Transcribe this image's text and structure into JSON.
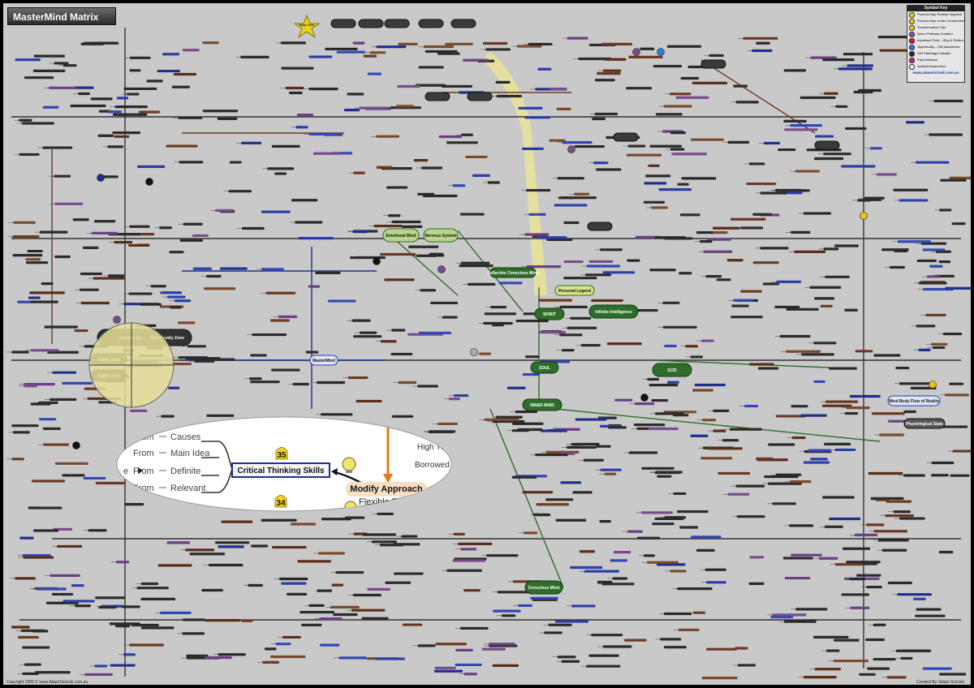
{
  "header": {
    "title": "MasterMind Matrix"
  },
  "legend": {
    "title": "Symbol Key",
    "items": [
      {
        "label": "Process Map Related Segment",
        "color": "#e8c21a"
      },
      {
        "label": "Process Map Under Construction",
        "color": "#e8c21a"
      },
      {
        "label": "Transformation Tips",
        "color": "#e8c21a"
      },
      {
        "label": "Neuro Pathway Creation",
        "color": "#8a4fb0"
      },
      {
        "label": "Important Point – Stop & Reflect",
        "color": "#d02020"
      },
      {
        "label": "Opportunity – Self Awareness",
        "color": "#2e7bd6"
      },
      {
        "label": "Self Sabotage Indicator",
        "color": "#2a2a2a"
      },
      {
        "label": "Pain Influence",
        "color": "#b02c6c"
      },
      {
        "label": "Spiritual Awareness",
        "color": "#e0e0e0"
      }
    ],
    "website": "www.adamsicinski.com.au"
  },
  "map": {
    "begin": "Begin Here",
    "nodes": [
      {
        "label": "Emotional Mind",
        "color": "#b9d48a",
        "stroke": "#2f6e2a"
      },
      {
        "label": "Nervous System",
        "color": "#b9d48a",
        "stroke": "#2f6e2a"
      },
      {
        "label": "SPIRIT",
        "color": "#2f6e2a",
        "stroke": "#153a12"
      },
      {
        "label": "SOUL",
        "color": "#2f6e2a",
        "stroke": "#153a12"
      },
      {
        "label": "INNER MIND",
        "color": "#2f6e2a",
        "stroke": "#153a12"
      },
      {
        "label": "Personal Legend",
        "color": "#d7e38a",
        "stroke": "#2f6e2a"
      },
      {
        "label": "Infinite Intelligence",
        "color": "#2f6e2a",
        "stroke": "#153a12"
      },
      {
        "label": "GOD",
        "color": "#2f6e2a",
        "stroke": "#153a12"
      },
      {
        "label": "Conscious Mind",
        "color": "#2f6e2a",
        "stroke": "#153a12"
      },
      {
        "label": "MasterMind",
        "color": "#dde6f5",
        "stroke": "#2b3ea8"
      },
      {
        "label": "Collective Conscious Mind",
        "color": "#2f6e2a",
        "stroke": "#153a12"
      },
      {
        "label": "Comfort Zone",
        "color": "#333333",
        "stroke": "#111111"
      },
      {
        "label": "Opportunity Zone",
        "color": "#333333",
        "stroke": "#111111"
      },
      {
        "label": "Safety Zone",
        "color": "#333333",
        "stroke": "#111111"
      },
      {
        "label": "HABIT Zone",
        "color": "#333333",
        "stroke": "#111111"
      },
      {
        "label": "Physiological State",
        "color": "#555555",
        "stroke": "#111111"
      },
      {
        "label": "Mind Body Flow of Reality",
        "color": "#dde6f5",
        "stroke": "#2b3ea8"
      }
    ]
  },
  "zoom": {
    "branches": [
      {
        "prefix": "",
        "connector": "From",
        "label": "Causes"
      },
      {
        "prefix": "",
        "connector": "From",
        "label": "Main Idea"
      },
      {
        "prefix": "e",
        "connector": "From",
        "label": "Definite"
      },
      {
        "prefix": "",
        "connector": "From",
        "label": "Relevant"
      }
    ],
    "central": "Critical Thinking Skills",
    "badge_top": "35",
    "badge_bottom": "34",
    "modify_title": "Modify Approach",
    "modify_sub": "Flexible Thinki",
    "right_top": "High Thi",
    "right_bottom": "Borrowed G"
  },
  "footer": {
    "copyright": "Copyright 2006 © www.AdamSicinski.com.au",
    "credit": "Created By: Adam Sicinski"
  },
  "colors": {
    "background": "#c9c9c9",
    "brown": "#6b3a22",
    "navy": "#1f2f8c",
    "green": "#2f6e2a",
    "purple": "#7a4c8c",
    "orange": "#e07a1a",
    "highlight": "#e9e29a"
  }
}
